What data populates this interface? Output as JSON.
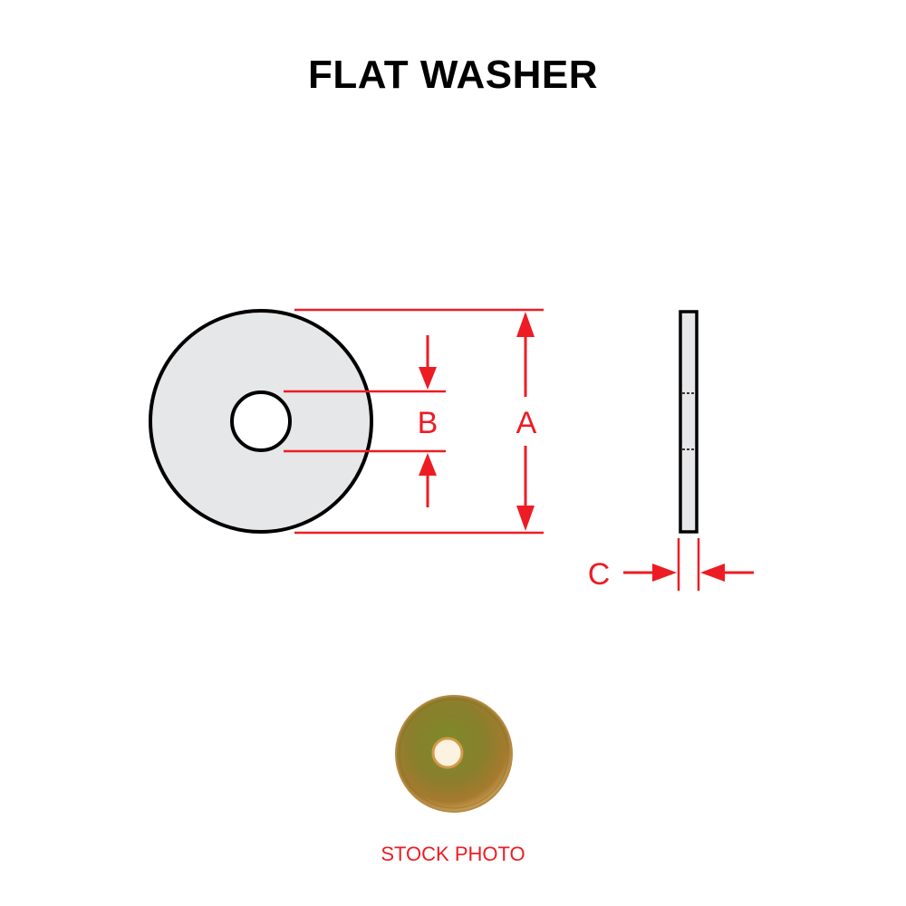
{
  "title": "FLAT WASHER",
  "dimensions": {
    "outer_diameter_label": "A",
    "inner_diameter_label": "B",
    "thickness_label": "C"
  },
  "caption": "STOCK PHOTO",
  "colors": {
    "dimension_lines": "#ed1c24",
    "washer_fill": "#e6e7e8",
    "outline": "#000000",
    "photo_metal": "#8a8a2e"
  }
}
